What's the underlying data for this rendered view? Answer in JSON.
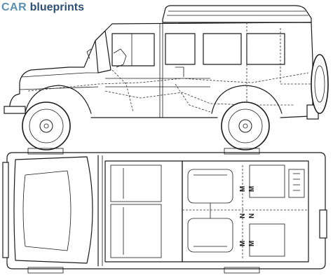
{
  "logo": {
    "brand": "CAR",
    "word": "blueprints",
    "brand_color": "#5b8fb0",
    "word_color": "#2f4f6e"
  },
  "top_view": {
    "seat_markers": [
      "M",
      "N",
      "M",
      "M",
      "N",
      "M"
    ]
  },
  "colors": {
    "line": "#1a1a1a",
    "background": "#ffffff"
  }
}
